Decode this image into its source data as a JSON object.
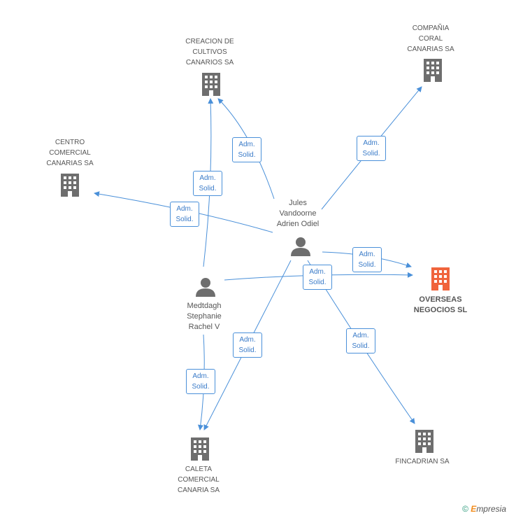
{
  "nodes": {
    "creacion": {
      "label": "CREACION DE\nCULTIVOS\nCANARIOS SA"
    },
    "compania": {
      "label": "COMPAÑIA\nCORAL\nCANARIAS SA"
    },
    "centro": {
      "label": "CENTRO\nCOMERCIAL\nCANARIAS SA"
    },
    "jules": {
      "label": "Jules\nVandoorne\nAdrien Odiel"
    },
    "medtdagh": {
      "label": "Medtdagh\nStephanie\nRachel V"
    },
    "overseas": {
      "label": "OVERSEAS\nNEGOCIOS SL"
    },
    "caleta": {
      "label": "CALETA\nCOMERCIAL\nCANARIA SA"
    },
    "fincadrian": {
      "label": "FINCADRIAN SA"
    }
  },
  "edge_label": "Adm.\nSolid.",
  "colors": {
    "edge": "#4a90d9",
    "company": "#6e6e6e",
    "focus": "#f0643c",
    "person": "#6e6e6e"
  },
  "brand": {
    "copyright": "©",
    "e": "E",
    "rest": "mpresia"
  }
}
